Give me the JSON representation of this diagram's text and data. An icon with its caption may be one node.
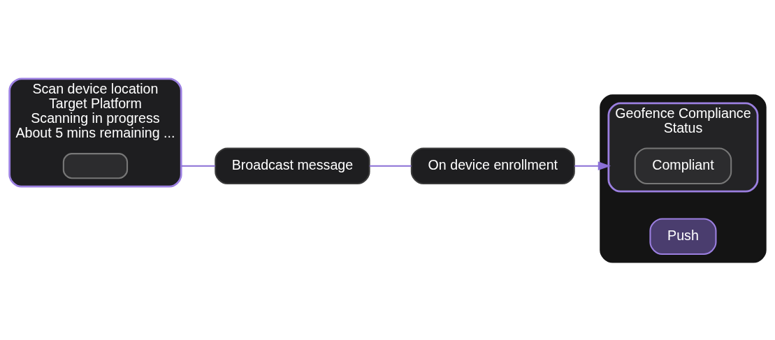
{
  "diagram": {
    "nodes": [
      {
        "text": [
          "Scan device location",
          "Target Platform",
          "Scanning in progress",
          "About 5 mins remaining ..."
        ]
      },
      {
        "text": [],
        "shape": "box",
        "in": 0
      },
      {
        "text": [
          "Broadcast message"
        ]
      },
      {
        "text": [
          "On device enrollment"
        ]
      },
      {
        "text": [],
        "shape": "box"
      },
      {
        "text": [
          "Geofence Compliance",
          "Status"
        ],
        "in": 4
      },
      {
        "text": [
          "Compliant"
        ],
        "in": 5
      },
      {
        "text": [
          "Push"
        ],
        "in": 4
      }
    ],
    "edges": [
      {
        "from": 0,
        "to": 2,
        "arrow": "none"
      },
      {
        "from": 2,
        "to": 3,
        "arrow": "none"
      },
      {
        "from": 3,
        "to": 5,
        "arrow": "to"
      }
    ]
  }
}
